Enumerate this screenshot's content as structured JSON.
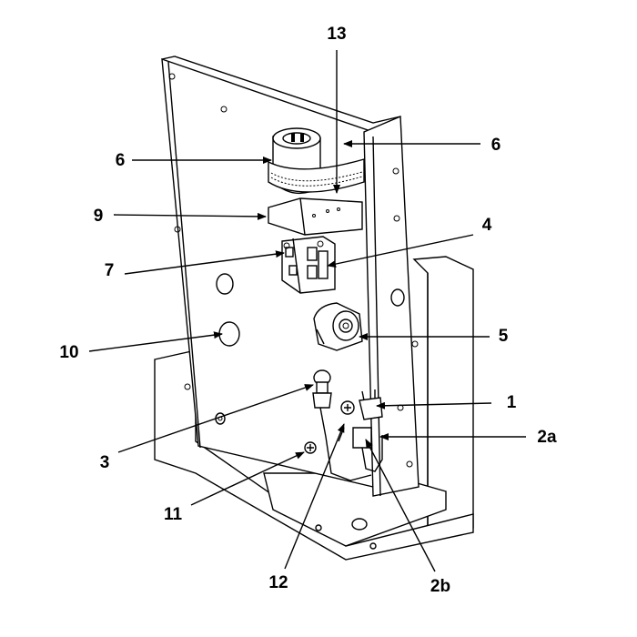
{
  "callouts": [
    {
      "id": "13",
      "text": "13"
    },
    {
      "id": "6a",
      "text": "6"
    },
    {
      "id": "6b",
      "text": "6"
    },
    {
      "id": "9",
      "text": "9"
    },
    {
      "id": "4",
      "text": "4"
    },
    {
      "id": "7",
      "text": "7"
    },
    {
      "id": "5",
      "text": "5"
    },
    {
      "id": "10",
      "text": "10"
    },
    {
      "id": "1",
      "text": "1"
    },
    {
      "id": "2a",
      "text": "2a"
    },
    {
      "id": "3",
      "text": "3"
    },
    {
      "id": "11",
      "text": "11"
    },
    {
      "id": "12",
      "text": "12"
    },
    {
      "id": "2b",
      "text": "2b"
    }
  ]
}
